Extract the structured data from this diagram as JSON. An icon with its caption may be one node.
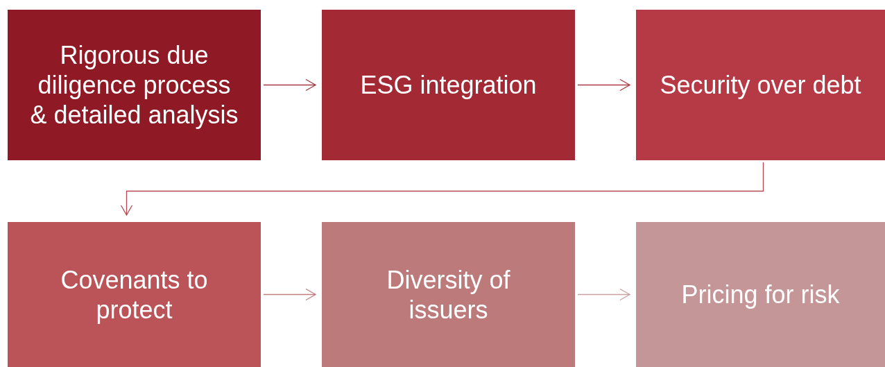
{
  "diagram": {
    "nodes": [
      {
        "text": [
          "Rigorous due diligence process & detailed analysis"
        ]
      },
      {
        "text": [
          "ESG integration"
        ]
      },
      {
        "text": [
          "Security over debt"
        ]
      },
      {
        "text": [
          "Covenants to protect"
        ]
      },
      {
        "text": [
          "Diversity of issuers"
        ]
      },
      {
        "text": [
          "Pricing for risk"
        ]
      }
    ],
    "edges": [
      {
        "from": 0,
        "to": 1,
        "arrow": "to",
        "color": "#a33a44"
      },
      {
        "from": 1,
        "to": 2,
        "arrow": "to",
        "color": "#ad3a45"
      },
      {
        "from": 2,
        "to": 3,
        "arrow": "to",
        "color": "#b4474f"
      },
      {
        "from": 3,
        "to": 4,
        "arrow": "to",
        "color": "#c27d80"
      },
      {
        "from": 4,
        "to": 5,
        "arrow": "to",
        "color": "#cc9fa1"
      }
    ]
  }
}
